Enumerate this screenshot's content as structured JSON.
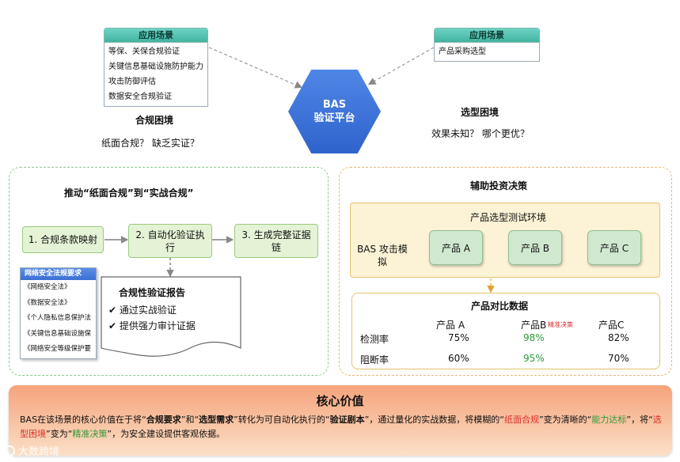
{
  "left_card": {
    "header": "应用场景",
    "items": [
      "等保、关保合规验证",
      "关键信息基础设施防护能力",
      "攻击防御评估",
      "数据安全合规验证"
    ]
  },
  "right_card": {
    "header": "应用场景",
    "items": [
      "产品采购选型"
    ]
  },
  "hex": {
    "line1": "BAS",
    "line2": "验证平台"
  },
  "compliance_dilemma": {
    "title": "合规困境",
    "text": "纸面合规？ 缺乏实证？"
  },
  "selection_dilemma": {
    "title": "选型困境",
    "text": "效果未知？ 哪个更优？"
  },
  "left_panel": {
    "title": "推动“纸面合规”到“实战合规”",
    "steps": [
      "1. 合规条款映射",
      "2. 自动化验证执行",
      "3. 生成完整证据链"
    ],
    "laws": {
      "header": "网络安全法规要求",
      "items": [
        "《网络安全法》",
        "《数据安全法》",
        "《个人隐私信息保护法",
        "《关键信息基础设施保",
        "《网络安全等级保护要"
      ]
    },
    "report": {
      "title": "合规性验证报告",
      "items": [
        "✔ 通过实战验证",
        "✔ 提供强力审计证据"
      ]
    }
  },
  "right_panel": {
    "title": "辅助投资决策",
    "env": {
      "title": "产品选型测试环境",
      "source": "BAS 攻击模拟",
      "products": [
        "产品 A",
        "产品 B",
        "产品 C"
      ]
    },
    "compare": {
      "title": "产品对比数据",
      "columns": [
        "产品 A",
        "产品B",
        "产品C"
      ],
      "badge": "精准决策",
      "rows": [
        {
          "label": "检测率",
          "values": [
            "75%",
            "98%",
            "82%"
          ]
        },
        {
          "label": "阻断率",
          "values": [
            "60%",
            "95%",
            "70%"
          ]
        }
      ]
    }
  },
  "core_value": {
    "title": "核心价值",
    "s1": "BAS在该场景的核心价值在于将“",
    "s2": "合规要求",
    "s3": "”和“",
    "s4": "选型需求",
    "s5": "”转化为可自动化执行的“",
    "s6": "验证剧本",
    "s7": "”，通过量化的实战数据，将模糊的“",
    "s8": "纸面合规",
    "s9": "”变为清晰的“",
    "s10": "能力达标",
    "s11": "”，将“",
    "s12": "选型困境",
    "s13": "”变为“",
    "s14": "精准决策",
    "s15": "”，为安全建设提供客观依据。"
  },
  "watermark": "大数跨境",
  "colors": {
    "green": "#2f9a3b",
    "red": "#d9302c",
    "blue": "#2f63cc"
  }
}
